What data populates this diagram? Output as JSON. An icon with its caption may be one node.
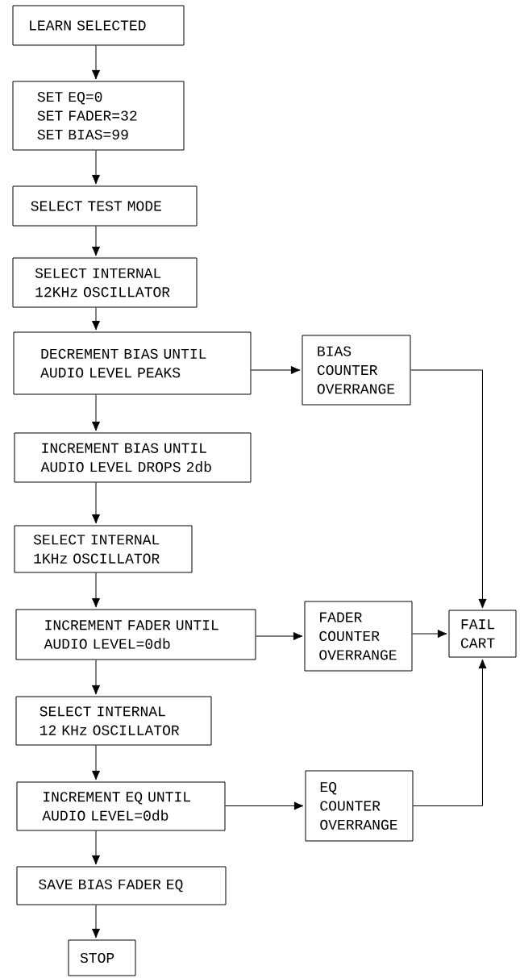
{
  "diagram": {
    "nodes": [
      {
        "text": [
          "LEARN SELECTED"
        ]
      },
      {
        "text": [
          "SET EQ=0",
          "SET FADER=32",
          "SET BIAS=99"
        ]
      },
      {
        "text": [
          "SELECT TEST MODE"
        ]
      },
      {
        "text": [
          "SELECT INTERNAL 12KHz OSCILLATOR"
        ]
      },
      {
        "text": [
          "DECREMENT BIAS UNTIL AUDIO LEVEL PEAKS"
        ]
      },
      {
        "text": [
          "BIAS COUNTER OVERRANGE"
        ]
      },
      {
        "text": [
          "INCREMENT BIAS UNTIL AUDIO LEVEL DROPS 2db"
        ]
      },
      {
        "text": [
          "SELECT INTERNAL 1KHz OSCILLATOR"
        ]
      },
      {
        "text": [
          "INCREMENT FADER UNTIL AUDIO LEVEL=0db"
        ]
      },
      {
        "text": [
          "FADER COUNTER OVERRANGE"
        ]
      },
      {
        "text": [
          "FAIL CART"
        ]
      },
      {
        "text": [
          "SELECT INTERNAL 12 KHz OSCILLATOR"
        ]
      },
      {
        "text": [
          "INCREMENT EQ UNTIL AUDIO LEVEL=0db"
        ]
      },
      {
        "text": [
          "EQ COUNTER OVERRANGE"
        ]
      },
      {
        "text": [
          "SAVE BIAS FADER EQ"
        ]
      },
      {
        "text": [
          "STOP"
        ]
      }
    ],
    "edges": [
      {
        "from": 0,
        "to": 1,
        "arrow": "to"
      },
      {
        "from": 1,
        "to": 2,
        "arrow": "to"
      },
      {
        "from": 2,
        "to": 3,
        "arrow": "to"
      },
      {
        "from": 3,
        "to": 4,
        "arrow": "to"
      },
      {
        "from": 4,
        "to": 5,
        "arrow": "to"
      },
      {
        "from": 4,
        "to": 6,
        "arrow": "to"
      },
      {
        "from": 6,
        "to": 7,
        "arrow": "to"
      },
      {
        "from": 7,
        "to": 8,
        "arrow": "to"
      },
      {
        "from": 8,
        "to": 9,
        "arrow": "to"
      },
      {
        "from": 9,
        "to": 10,
        "arrow": "to"
      },
      {
        "from": 5,
        "to": 10,
        "arrow": "to"
      },
      {
        "from": 8,
        "to": 11,
        "arrow": "to"
      },
      {
        "from": 11,
        "to": 12,
        "arrow": "to"
      },
      {
        "from": 12,
        "to": 13,
        "arrow": "to"
      },
      {
        "from": 13,
        "to": 10,
        "arrow": "to"
      },
      {
        "from": 12,
        "to": 14,
        "arrow": "to"
      },
      {
        "from": 14,
        "to": 15,
        "arrow": "to"
      }
    ]
  }
}
